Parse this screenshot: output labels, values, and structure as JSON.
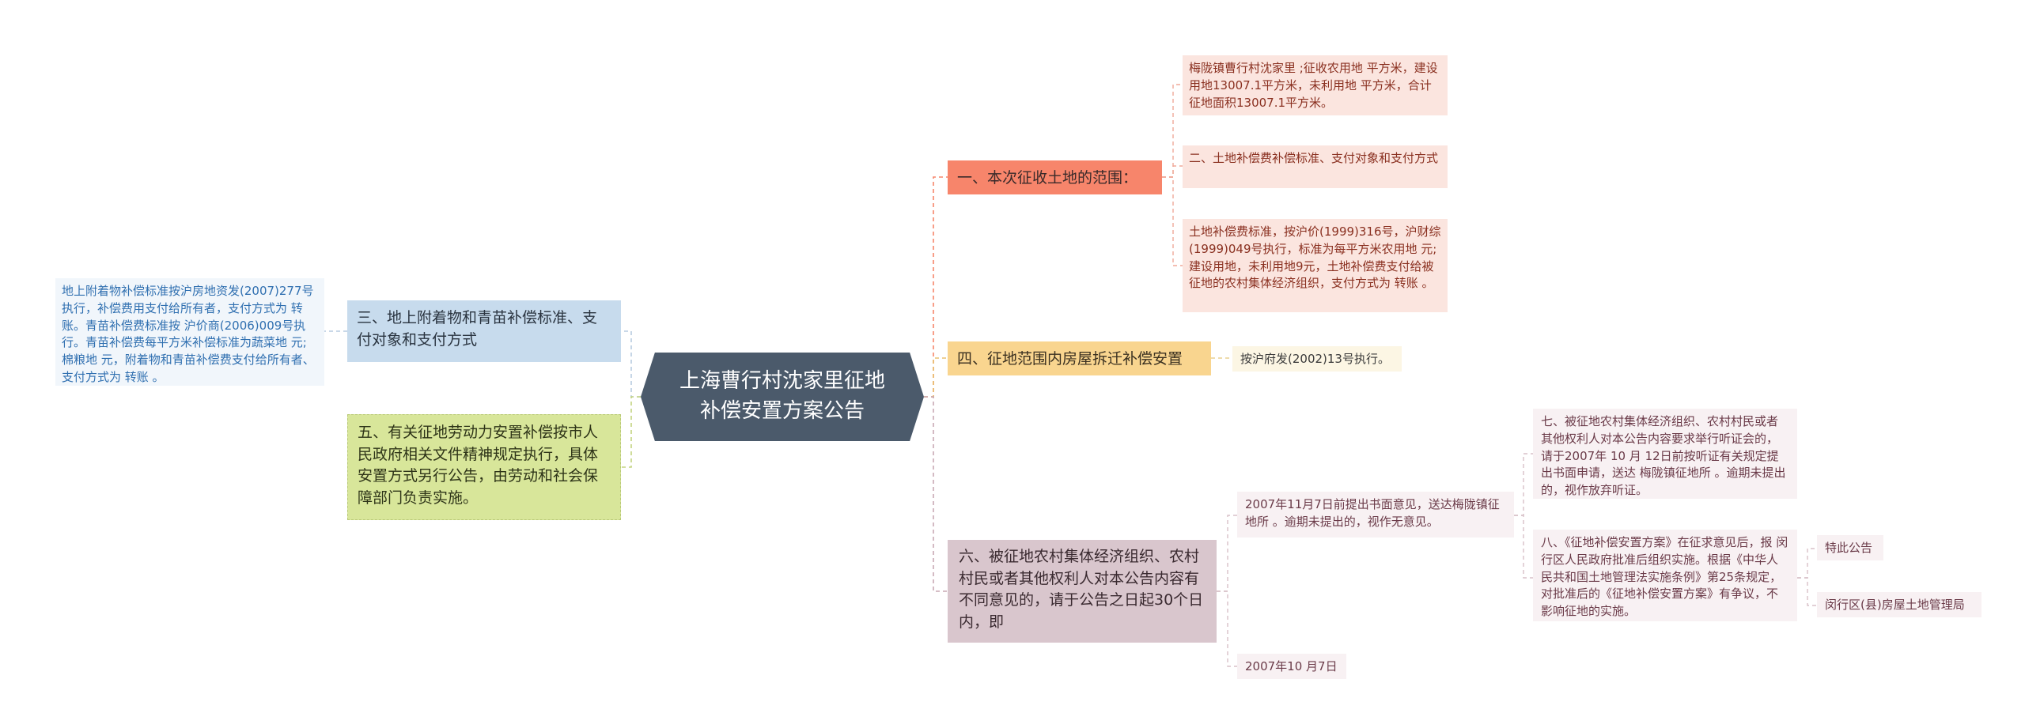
{
  "root": {
    "title": "上海曹行村沈家里征地补偿安置方案公告"
  },
  "branches": {
    "b1": {
      "label": "一、本次征收土地的范围："
    },
    "b4": {
      "label": "四、征地范围内房屋拆迁补偿安置"
    },
    "b6": {
      "label": "六、被征地农村集体经济组织、农村村民或者其他权利人对本公告内容有不同意见的，请于公告之日起30个日内，即"
    },
    "b3": {
      "label": "三、地上附着物和青苗补偿标准、支付对象和支付方式"
    },
    "b5": {
      "label": "五、有关征地劳动力安置补偿按市人民政府相关文件精神规定执行，具体安置方式另行公告，由劳动和社会保障部门负责实施。"
    }
  },
  "leaves": {
    "b1_1": "梅陇镇曹行村沈家里 ;征收农用地 平方米，建设用地13007.1平方米，未利用地 平方米，合计征地面积13007.1平方米。",
    "b1_2": "二、土地补偿费补偿标准、支付对象和支付方式",
    "b1_3": "土地补偿费标准，按沪价(1999)316号，沪财综(1999)049号执行，标准为每平方米农用地 元;建设用地，未利用地9元，土地补偿费支付给被征地的农村集体经济组织，支付方式为 转账 。",
    "b4_1": "按沪府发(2002)13号执行。",
    "b6_1": "2007年11月7日前提出书面意见，送达梅陇镇征地所 。逾期未提出的，视作无意见。",
    "b6_2": "2007年10 月7日",
    "b6_1_1": "七、被征地农村集体经济组织、农村村民或者其他权利人对本公告内容要求举行听证会的，请于2007年 10 月 12日前按听证有关规定提出书面申请，送达 梅陇镇征地所 。逾期未提出的，视作放弃听证。",
    "b6_1_2": "八、《征地补偿安置方案》在征求意见后，报 闵行区人民政府批准后组织实施。根据《中华人民共和国土地管理法实施条例》第25条规定，对批准后的《征地补偿安置方案》有争议，不影响征地的实施。",
    "b6_1_2_1": "特此公告",
    "b6_1_2_2": "闵行区(县)房屋土地管理局",
    "b3_1": "地上附着物补偿标准按沪房地资发(2007)277号执行，补偿费用支付给所有者，支付方式为 转账。青苗补偿费标准按 沪价商(2006)009号执行。青苗补偿费每平方米补偿标准为蔬菜地 元;棉粮地 元，附着物和青苗补偿费支付给所有者、支付方式为 转账 。"
  },
  "colors": {
    "root": "#4b5a6b",
    "b1": "#f7856b",
    "b4": "#f9d58f",
    "b6": "#d9c6cd",
    "b3": "#c7dbed",
    "b5": "#d8e69a"
  }
}
